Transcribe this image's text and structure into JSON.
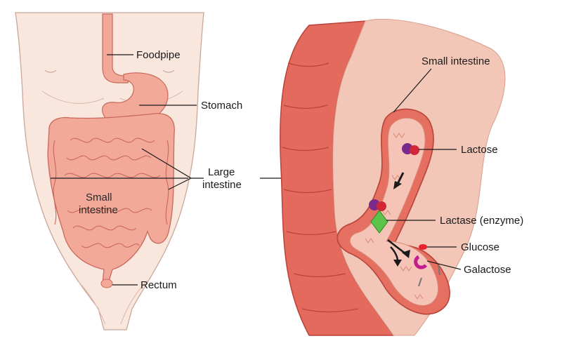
{
  "labels": {
    "foodpipe": "Foodpipe",
    "stomach": "Stomach",
    "large_intestine_line1": "Large",
    "large_intestine_line2": "intestine",
    "small_intestine_body_line1": "Small",
    "small_intestine_body_line2": "intestine",
    "rectum": "Rectum",
    "small_intestine_zoom": "Small intestine",
    "lactose": "Lactose",
    "lactase": "Lactase (enzyme)",
    "glucose": "Glucose",
    "galactose": "Galactose"
  },
  "colors": {
    "skin": "#f9e6dd",
    "skin_outline": "#c9a79a",
    "intestine": "#f2a99a",
    "intestine_dark": "#c9685a",
    "wall": "#e36a5c",
    "wall_dark": "#b8433a",
    "lumen": "#f6c4b6",
    "lactose_red": "#d3253a",
    "lactose_purple": "#7a2a8c",
    "lactase_green": "#5cc24a",
    "glucose": "#e8212f",
    "galactose": "#c21d8e"
  }
}
